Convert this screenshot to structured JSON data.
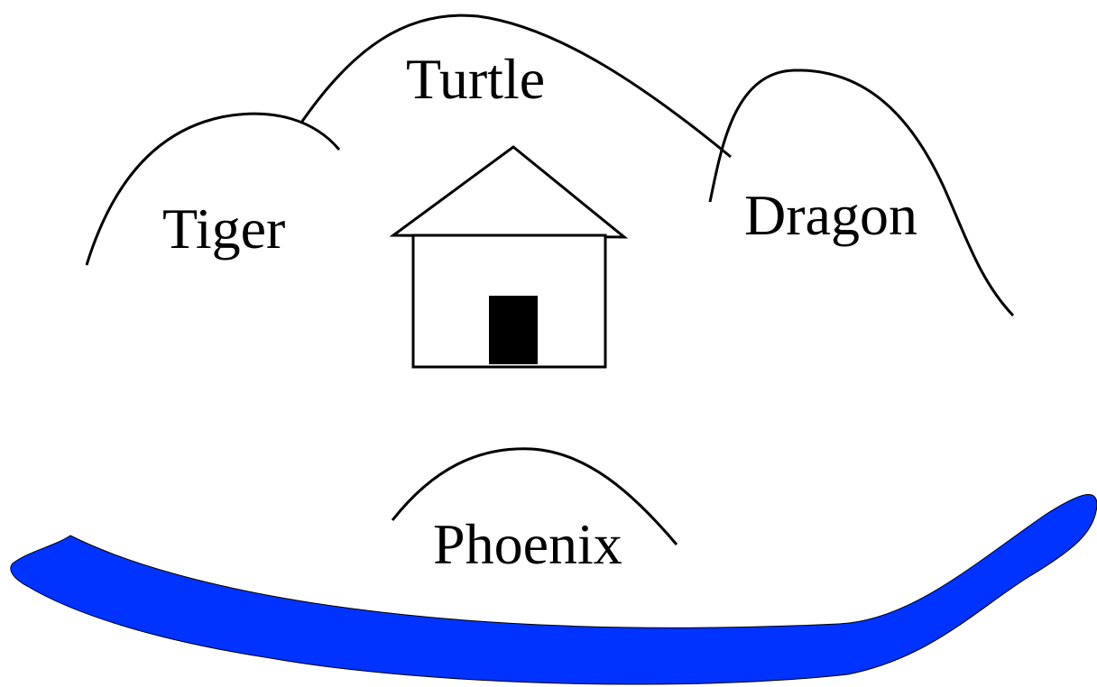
{
  "labels": {
    "turtle": "Turtle",
    "tiger": "Tiger",
    "dragon": "Dragon",
    "phoenix": "Phoenix"
  },
  "colors": {
    "background": "#ffffff",
    "line": "#000000",
    "river": "#0033ff",
    "door": "#000000"
  }
}
